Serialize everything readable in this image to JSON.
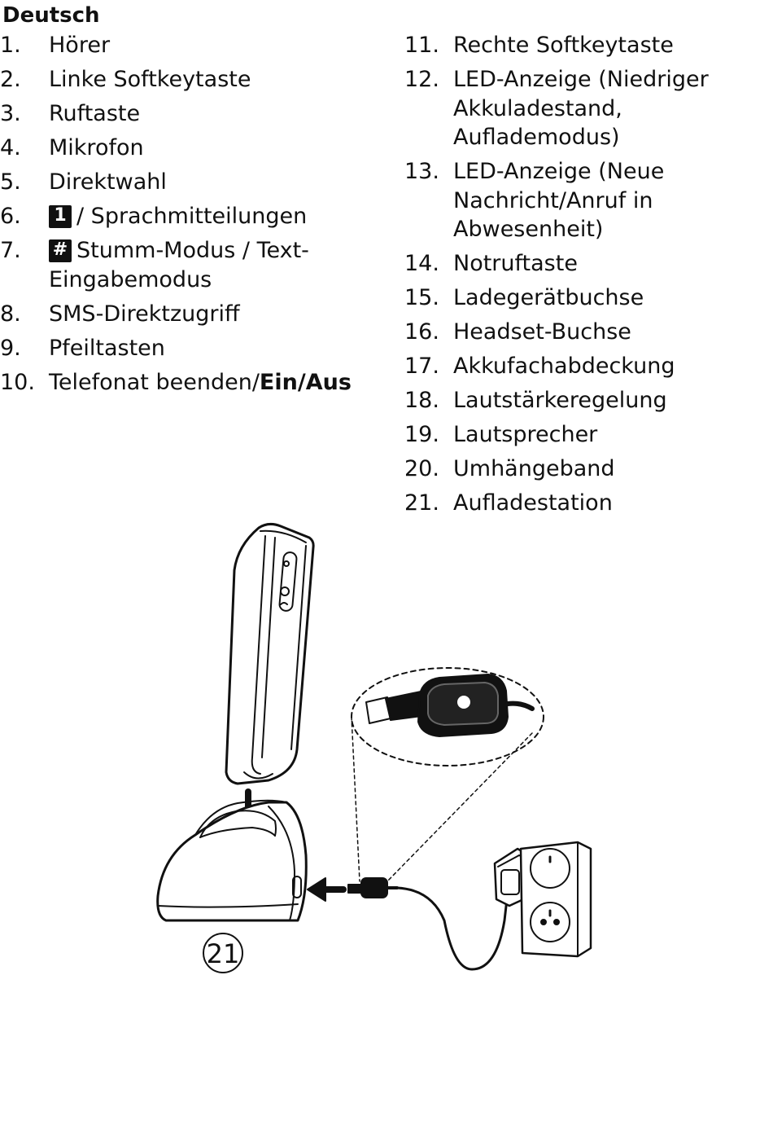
{
  "heading": "Deutsch",
  "left_items": [
    {
      "num": "1.",
      "text": "Hörer"
    },
    {
      "num": "2.",
      "text": "Linke Softkeytaste"
    },
    {
      "num": "3.",
      "text": "Ruftaste"
    },
    {
      "num": "4.",
      "text": "Mikrofon"
    },
    {
      "num": "5.",
      "text": "Direktwahl"
    },
    {
      "num": "6.",
      "key": "1",
      "text": "/ Sprachmitteilungen"
    },
    {
      "num": "7.",
      "key": "#",
      "text": "Stumm-Modus / Text-Eingabemodus"
    },
    {
      "num": "8.",
      "text": "SMS-Direktzugriff"
    },
    {
      "num": "9.",
      "text": "Pfeiltasten"
    },
    {
      "num": "10.",
      "text": "Telefonat beenden/",
      "bold": "Ein/Aus"
    }
  ],
  "right_items": [
    {
      "num": "11.",
      "text": "Rechte Softkeytaste"
    },
    {
      "num": "12.",
      "text": "LED-Anzeige (Niedriger Akkuladestand, Auflademodus)"
    },
    {
      "num": "13.",
      "text": "LED-Anzeige (Neue Nachricht/Anruf in Abwesenheit)"
    },
    {
      "num": "14.",
      "text": "Notruftaste"
    },
    {
      "num": "15.",
      "text": "Ladegerätbuchse"
    },
    {
      "num": "16.",
      "text": "Headset-Buchse"
    },
    {
      "num": "17.",
      "text": "Akkufachabdeckung"
    },
    {
      "num": "18.",
      "text": "Lautstärkeregelung"
    },
    {
      "num": "19.",
      "text": "Lautsprecher"
    },
    {
      "num": "20.",
      "text": "Umhängeband"
    },
    {
      "num": "21.",
      "text": "Aufladestation"
    }
  ],
  "illustration": {
    "callout_label": "21"
  }
}
